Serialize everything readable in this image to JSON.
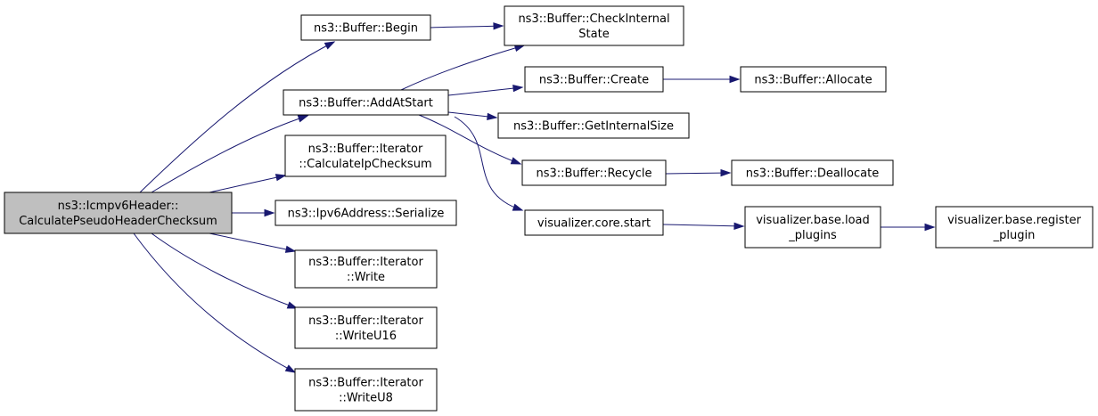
{
  "diagram": {
    "type": "call-graph",
    "colors": {
      "root_fill": "#bfbfbf",
      "node_fill": "#ffffff",
      "border": "#000000",
      "edge": "#191970"
    },
    "nodes": [
      {
        "id": "root",
        "lines": [
          "ns3::Icmpv6Header::",
          "CalculatePseudoHeaderChecksum"
        ],
        "root": true
      },
      {
        "id": "begin",
        "lines": [
          "ns3::Buffer::Begin"
        ]
      },
      {
        "id": "check",
        "lines": [
          "ns3::Buffer::CheckInternal",
          "State"
        ]
      },
      {
        "id": "addatstart",
        "lines": [
          "ns3::Buffer::AddAtStart"
        ]
      },
      {
        "id": "create",
        "lines": [
          "ns3::Buffer::Create"
        ]
      },
      {
        "id": "allocate",
        "lines": [
          "ns3::Buffer::Allocate"
        ]
      },
      {
        "id": "getinternalsize",
        "lines": [
          "ns3::Buffer::GetInternalSize"
        ]
      },
      {
        "id": "calcip",
        "lines": [
          "ns3::Buffer::Iterator",
          "::CalculateIpChecksum"
        ]
      },
      {
        "id": "recycle",
        "lines": [
          "ns3::Buffer::Recycle"
        ]
      },
      {
        "id": "deallocate",
        "lines": [
          "ns3::Buffer::Deallocate"
        ]
      },
      {
        "id": "serialize",
        "lines": [
          "ns3::Ipv6Address::Serialize"
        ]
      },
      {
        "id": "vstart",
        "lines": [
          "visualizer.core.start"
        ]
      },
      {
        "id": "loadplugins",
        "lines": [
          "visualizer.base.load",
          "_plugins"
        ]
      },
      {
        "id": "registerplugin",
        "lines": [
          "visualizer.base.register",
          "_plugin"
        ]
      },
      {
        "id": "write",
        "lines": [
          "ns3::Buffer::Iterator",
          "::Write"
        ]
      },
      {
        "id": "writeu16",
        "lines": [
          "ns3::Buffer::Iterator",
          "::WriteU16"
        ]
      },
      {
        "id": "writeu8",
        "lines": [
          "ns3::Buffer::Iterator",
          "::WriteU8"
        ]
      }
    ],
    "edges": [
      {
        "from": "root",
        "to": "begin"
      },
      {
        "from": "root",
        "to": "addatstart"
      },
      {
        "from": "root",
        "to": "calcip"
      },
      {
        "from": "root",
        "to": "serialize"
      },
      {
        "from": "root",
        "to": "write"
      },
      {
        "from": "root",
        "to": "writeu16"
      },
      {
        "from": "root",
        "to": "writeu8"
      },
      {
        "from": "begin",
        "to": "check"
      },
      {
        "from": "addatstart",
        "to": "check"
      },
      {
        "from": "addatstart",
        "to": "create"
      },
      {
        "from": "addatstart",
        "to": "getinternalsize"
      },
      {
        "from": "addatstart",
        "to": "recycle"
      },
      {
        "from": "addatstart",
        "to": "vstart"
      },
      {
        "from": "create",
        "to": "allocate"
      },
      {
        "from": "recycle",
        "to": "deallocate"
      },
      {
        "from": "vstart",
        "to": "loadplugins"
      },
      {
        "from": "loadplugins",
        "to": "registerplugin"
      }
    ]
  }
}
